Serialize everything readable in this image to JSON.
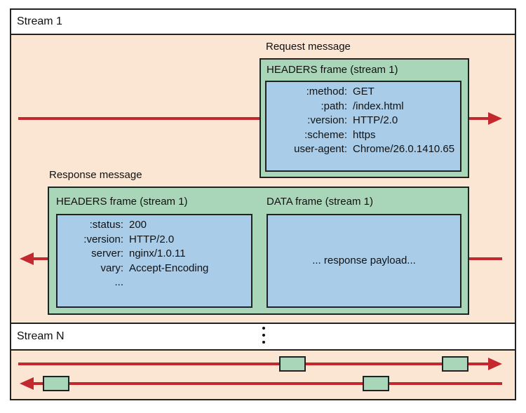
{
  "stream1": {
    "label": "Stream 1",
    "request": {
      "label": "Request message",
      "frame_title": "HEADERS frame (stream 1)",
      "headers": [
        {
          "key": ":method:",
          "value": "GET"
        },
        {
          "key": ":path:",
          "value": "/index.html"
        },
        {
          "key": ":version:",
          "value": "HTTP/2.0"
        },
        {
          "key": ":scheme:",
          "value": "https"
        },
        {
          "key": "user-agent:",
          "value": "Chrome/26.0.1410.65"
        }
      ]
    },
    "response": {
      "label": "Response message",
      "headers_frame_title": "HEADERS frame (stream 1)",
      "headers": [
        {
          "key": ":status:",
          "value": "200"
        },
        {
          "key": ":version:",
          "value": "HTTP/2.0"
        },
        {
          "key": "server:",
          "value": "nginx/1.0.11"
        },
        {
          "key": "vary:",
          "value": "Accept-Encoding"
        },
        {
          "key": "...",
          "value": ""
        }
      ],
      "data_frame_title": "DATA frame (stream 1)",
      "payload": "... response payload..."
    }
  },
  "streamN": {
    "label": "Stream N"
  },
  "colors": {
    "background": "#fbe6d4",
    "frame": "#a9d6b9",
    "inner": "#a9cde9",
    "arrow": "#c4282f"
  }
}
